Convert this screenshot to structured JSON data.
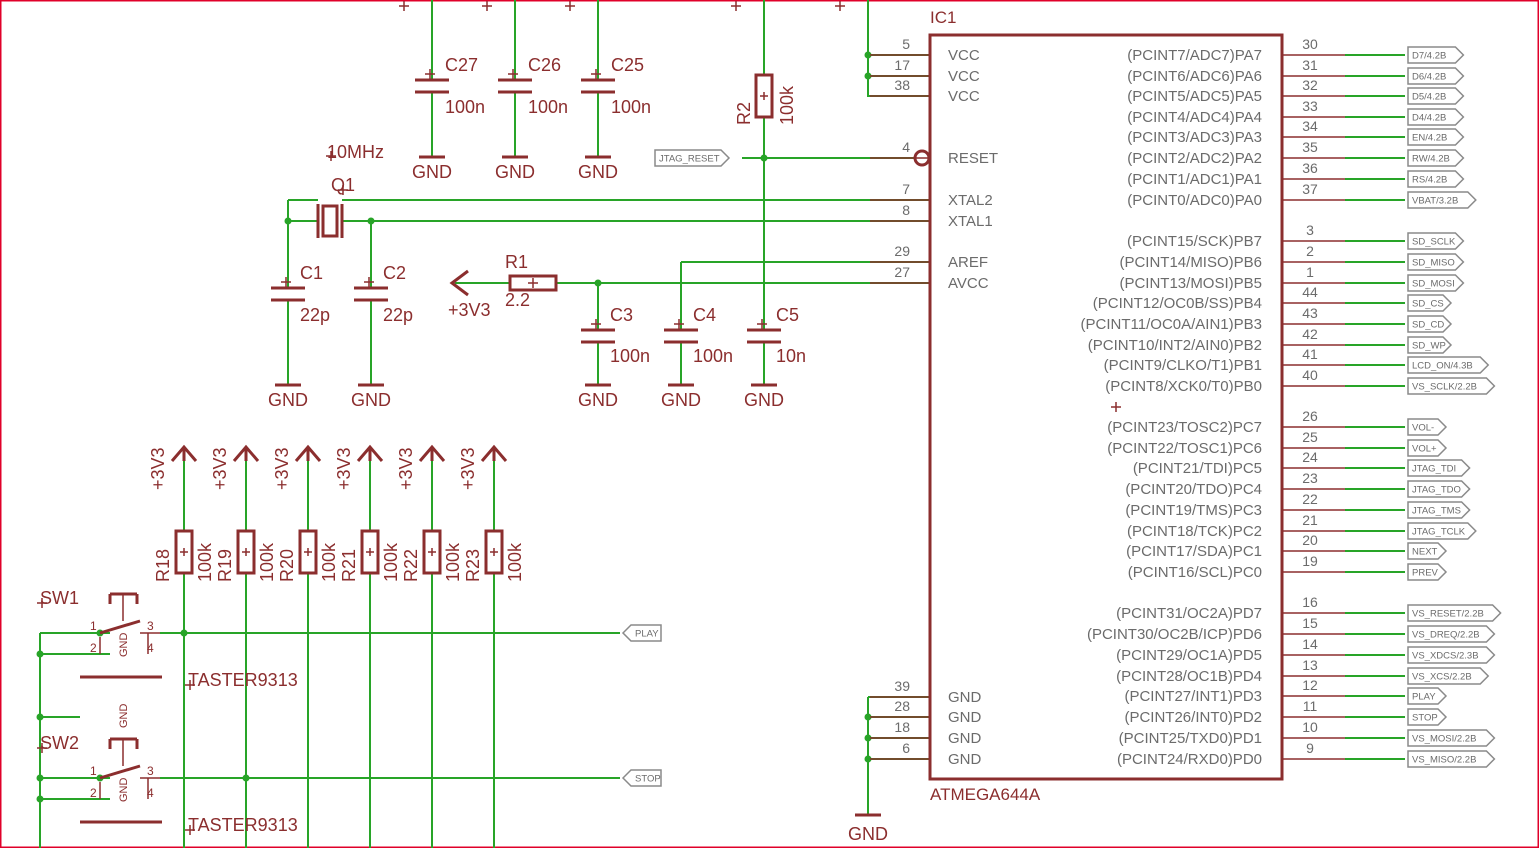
{
  "ic": {
    "name": "IC1",
    "value": "ATMEGA644A",
    "left_pins": [
      {
        "num": "5",
        "name": "VCC"
      },
      {
        "num": "17",
        "name": "VCC"
      },
      {
        "num": "38",
        "name": "VCC"
      },
      {
        "num": "4",
        "name": "RESET"
      },
      {
        "num": "7",
        "name": "XTAL2"
      },
      {
        "num": "8",
        "name": "XTAL1"
      },
      {
        "num": "29",
        "name": "AREF"
      },
      {
        "num": "27",
        "name": "AVCC"
      },
      {
        "num": "39",
        "name": "GND"
      },
      {
        "num": "28",
        "name": "GND"
      },
      {
        "num": "18",
        "name": "GND"
      },
      {
        "num": "6",
        "name": "GND"
      }
    ],
    "right_pins": [
      {
        "num": "30",
        "name": "(PCINT7/ADC7)PA7",
        "net": "D7/4.2B"
      },
      {
        "num": "31",
        "name": "(PCINT6/ADC6)PA6",
        "net": "D6/4.2B"
      },
      {
        "num": "32",
        "name": "(PCINT5/ADC5)PA5",
        "net": "D5/4.2B"
      },
      {
        "num": "33",
        "name": "(PCINT4/ADC4)PA4",
        "net": "D4/4.2B"
      },
      {
        "num": "34",
        "name": "(PCINT3/ADC3)PA3",
        "net": "EN/4.2B"
      },
      {
        "num": "35",
        "name": "(PCINT2/ADC2)PA2",
        "net": "RW/4.2B"
      },
      {
        "num": "36",
        "name": "(PCINT1/ADC1)PA1",
        "net": "RS/4.2B"
      },
      {
        "num": "37",
        "name": "(PCINT0/ADC0)PA0",
        "net": "VBAT/3.2B"
      },
      {
        "num": "3",
        "name": "(PCINT15/SCK)PB7",
        "net": "SD_SCLK"
      },
      {
        "num": "2",
        "name": "(PCINT14/MISO)PB6",
        "net": "SD_MISO"
      },
      {
        "num": "1",
        "name": "(PCINT13/MOSI)PB5",
        "net": "SD_MOSI"
      },
      {
        "num": "44",
        "name": "(PCINT12/OC0B/SS)PB4",
        "net": "SD_CS"
      },
      {
        "num": "43",
        "name": "(PCINT11/OC0A/AIN1)PB3",
        "net": "SD_CD"
      },
      {
        "num": "42",
        "name": "(PCINT10/INT2/AIN0)PB2",
        "net": "SD_WP"
      },
      {
        "num": "41",
        "name": "(PCINT9/CLKO/T1)PB1",
        "net": "LCD_ON/4.3B"
      },
      {
        "num": "40",
        "name": "(PCINT8/XCK0/T0)PB0",
        "net": "VS_SCLK/2.2B"
      },
      {
        "num": "26",
        "name": "(PCINT23/TOSC2)PC7",
        "net": "VOL-"
      },
      {
        "num": "25",
        "name": "(PCINT22/TOSC1)PC6",
        "net": "VOL+"
      },
      {
        "num": "24",
        "name": "(PCINT21/TDI)PC5",
        "net": "JTAG_TDI"
      },
      {
        "num": "23",
        "name": "(PCINT20/TDO)PC4",
        "net": "JTAG_TDO"
      },
      {
        "num": "22",
        "name": "(PCINT19/TMS)PC3",
        "net": "JTAG_TMS"
      },
      {
        "num": "21",
        "name": "(PCINT18/TCK)PC2",
        "net": "JTAG_TCLK"
      },
      {
        "num": "20",
        "name": "(PCINT17/SDA)PC1",
        "net": "NEXT"
      },
      {
        "num": "19",
        "name": "(PCINT16/SCL)PC0",
        "net": "PREV"
      },
      {
        "num": "16",
        "name": "(PCINT31/OC2A)PD7",
        "net": "VS_RESET/2.2B"
      },
      {
        "num": "15",
        "name": "(PCINT30/OC2B/ICP)PD6",
        "net": "VS_DREQ/2.2B"
      },
      {
        "num": "14",
        "name": "(PCINT29/OC1A)PD5",
        "net": "VS_XDCS/2.3B"
      },
      {
        "num": "13",
        "name": "(PCINT28/OC1B)PD4",
        "net": "VS_XCS/2.2B"
      },
      {
        "num": "12",
        "name": "(PCINT27/INT1)PD3",
        "net": "PLAY"
      },
      {
        "num": "11",
        "name": "(PCINT26/INT0)PD2",
        "net": "STOP"
      },
      {
        "num": "10",
        "name": "(PCINT25/TXD0)PD1",
        "net": "VS_MOSI/2.2B"
      },
      {
        "num": "9",
        "name": "(PCINT24/RXD0)PD0",
        "net": "VS_MISO/2.2B"
      }
    ]
  },
  "caps_top": [
    {
      "name": "C27",
      "value": "100n",
      "gnd": "GND"
    },
    {
      "name": "C26",
      "value": "100n",
      "gnd": "GND"
    },
    {
      "name": "C25",
      "value": "100n",
      "gnd": "GND"
    }
  ],
  "r2": {
    "name": "R2",
    "value": "100k"
  },
  "jtag_reset": "JTAG_RESET",
  "crystal": {
    "name": "Q1",
    "value": "10MHz"
  },
  "c1": {
    "name": "C1",
    "value": "22p",
    "gnd": "GND"
  },
  "c2": {
    "name": "C2",
    "value": "22p",
    "gnd": "GND"
  },
  "r1": {
    "name": "R1",
    "value": "2.2",
    "supply": "+3V3"
  },
  "caps_mid": [
    {
      "name": "C3",
      "value": "100n",
      "gnd": "GND"
    },
    {
      "name": "C4",
      "value": "100n",
      "gnd": "GND"
    },
    {
      "name": "C5",
      "value": "10n",
      "gnd": "GND"
    }
  ],
  "gnd_ic": "GND",
  "pullups": [
    {
      "name": "R18",
      "value": "100k",
      "supply": "+3V3"
    },
    {
      "name": "R19",
      "value": "100k",
      "supply": "+3V3"
    },
    {
      "name": "R20",
      "value": "100k",
      "supply": "+3V3"
    },
    {
      "name": "R21",
      "value": "100k",
      "supply": "+3V3"
    },
    {
      "name": "R22",
      "value": "100k",
      "supply": "+3V3"
    },
    {
      "name": "R23",
      "value": "100k",
      "supply": "+3V3"
    }
  ],
  "switches": [
    {
      "name": "SW1",
      "value": "TASTER9313",
      "net": "PLAY",
      "pins": [
        "1",
        "2",
        "3",
        "4"
      ],
      "gnd": "GND"
    },
    {
      "name": "SW2",
      "value": "TASTER9313",
      "net": "STOP",
      "pins": [
        "1",
        "2",
        "3",
        "4"
      ],
      "gnd": "GND"
    }
  ],
  "colors": {
    "wire": "#28a428",
    "symbol": "#8b2e2e",
    "text_gray": "#6b6b6b",
    "frame": "#e0002a"
  }
}
